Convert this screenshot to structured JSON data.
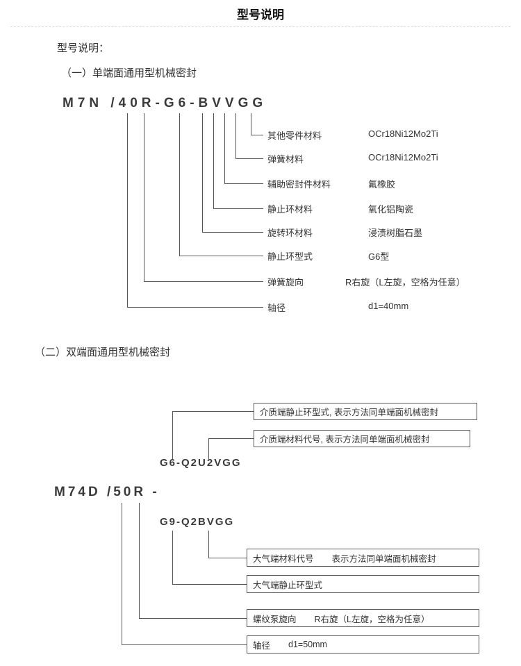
{
  "page": {
    "title": "型号说明"
  },
  "intro": "型号说明：",
  "section1": {
    "heading": "（一）单端面通用型机械密封",
    "model_code": "M7N /40R-G6-BVVGG",
    "labels": [
      {
        "name": "其他零件材料",
        "value": "OCr18Ni12Mo2Ti"
      },
      {
        "name": "弹簧材料",
        "value": "OCr18Ni12Mo2Ti"
      },
      {
        "name": "辅助密封件材料",
        "value": "氟橡胶"
      },
      {
        "name": "静止环材料",
        "value": "氧化铝陶瓷"
      },
      {
        "name": "旋转环材料",
        "value": "浸渍树脂石墨"
      },
      {
        "name": "静止环型式",
        "value": "G6型"
      },
      {
        "name": "弹簧旋向",
        "value": "R右旋（L左旋，空格为任意）"
      },
      {
        "name": "轴径",
        "value": "d1=40mm"
      }
    ]
  },
  "section2": {
    "heading": "（二）双端面通用型机械密封",
    "top_boxes": [
      "介质端静止环型式, 表示方法同单端面机械密封",
      "介质端材料代号, 表示方法同单端面机械密封"
    ],
    "code_medium_side": "G6-Q2U2VGG",
    "model_code": "M74D /50R -",
    "code_atmosphere_side": "G9-Q2BVGG",
    "bottom_boxes": [
      {
        "name": "大气端材料代号",
        "value": "表示方法同单端面机械密封"
      },
      {
        "name": "大气端静止环型式",
        "value": ""
      },
      {
        "name": "螺纹泵旋向",
        "value": "R右旋（L左旋，空格为任意）"
      },
      {
        "name": "轴径",
        "value": "d1=50mm"
      }
    ]
  },
  "colors": {
    "line": "#555555",
    "text": "#333333"
  }
}
